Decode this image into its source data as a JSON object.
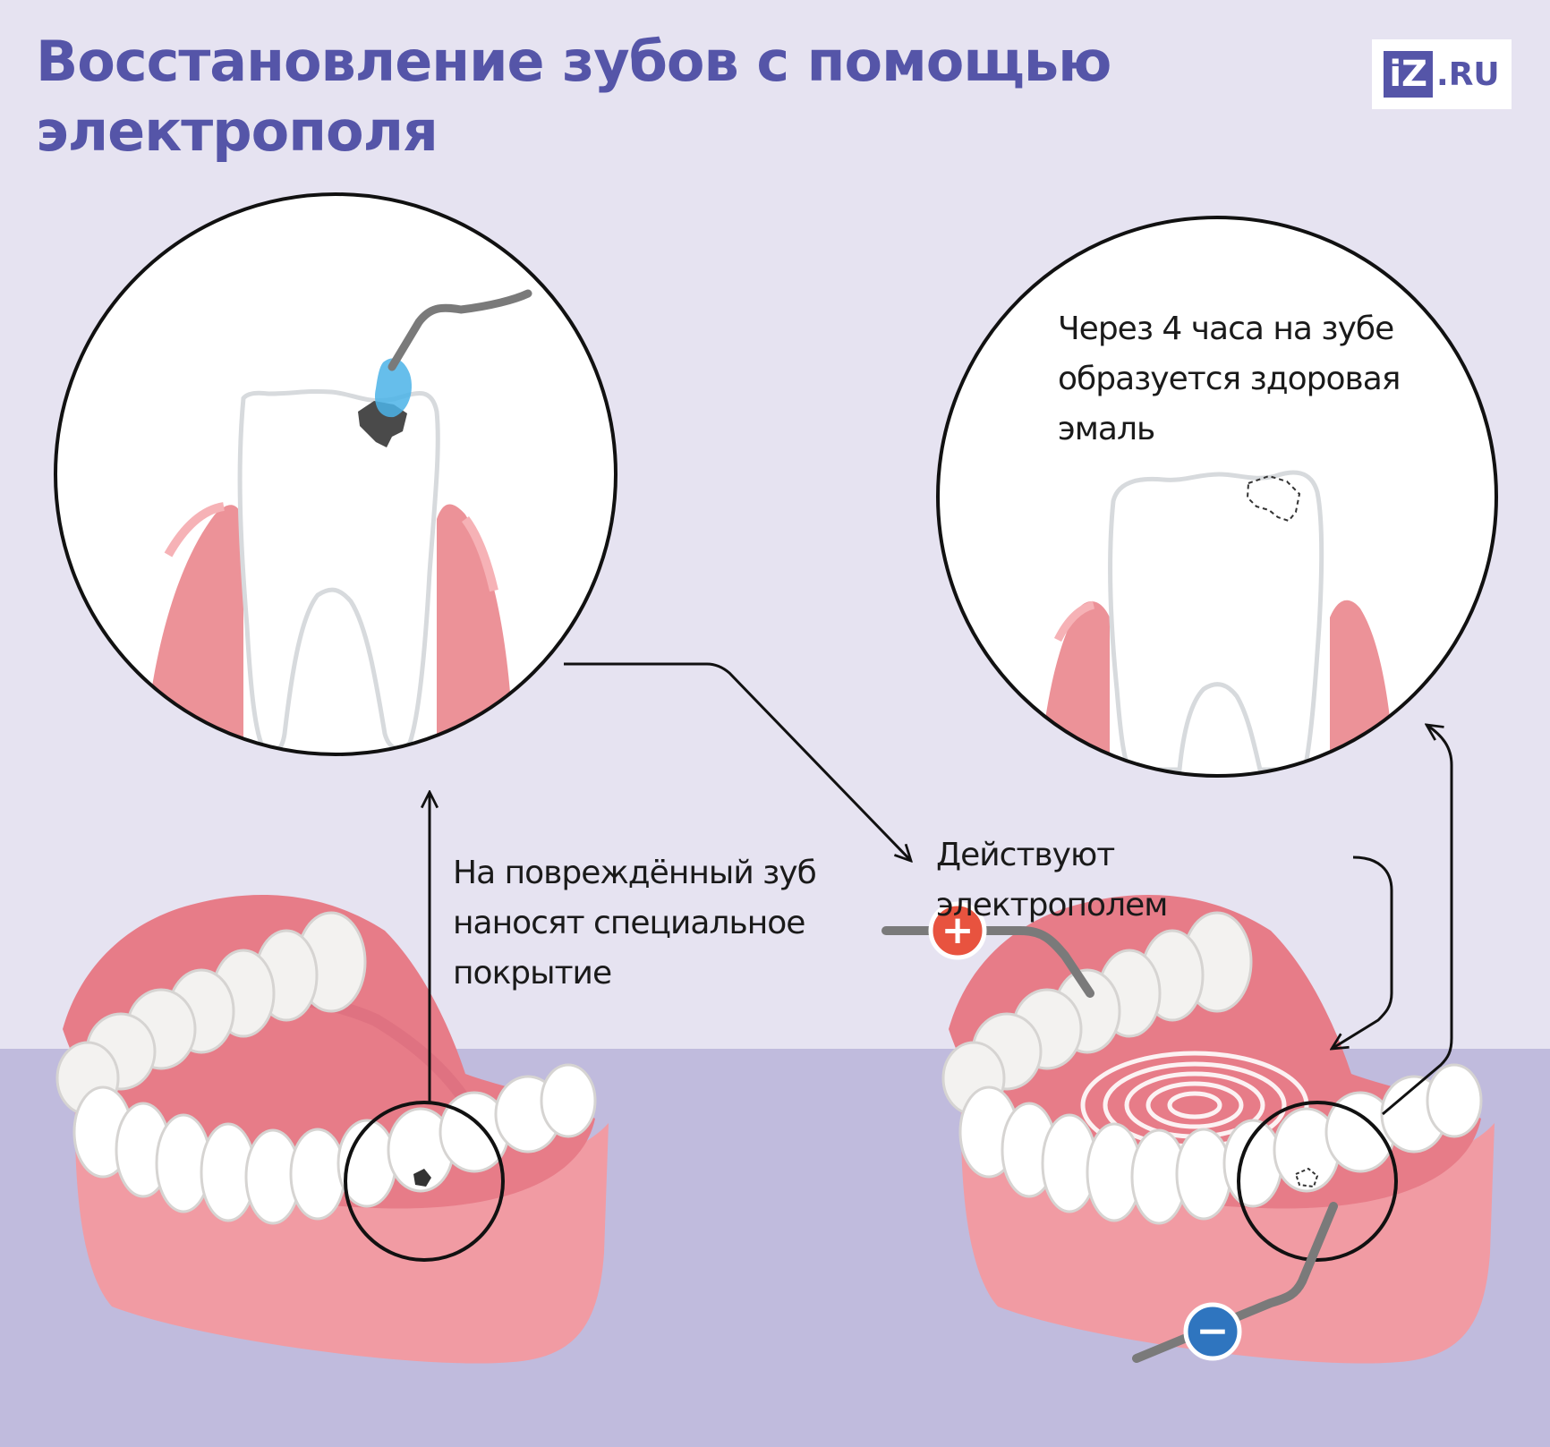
{
  "title": "Восстановление зубов с помощью электрополя",
  "logo": {
    "mark": "iZ",
    "suffix": ".RU"
  },
  "steps": {
    "step1": "На повреждённый зуб\nнаносят специальное\nпокрытие",
    "step2": "Действуют электрополем",
    "step3": "Через 4 часа на зубе\nобразуется здоровая\nэмаль"
  },
  "electrodes": {
    "positive_symbol": "+",
    "negative_symbol": "−"
  },
  "colors": {
    "background": "#e6e3f1",
    "floor": "#c0bbdd",
    "title": "#5555a8",
    "gum": "#f08e98",
    "tooth": "#ffffff",
    "coating": "#4bb3e8",
    "positive": "#e8533f",
    "negative": "#2f75bf"
  }
}
